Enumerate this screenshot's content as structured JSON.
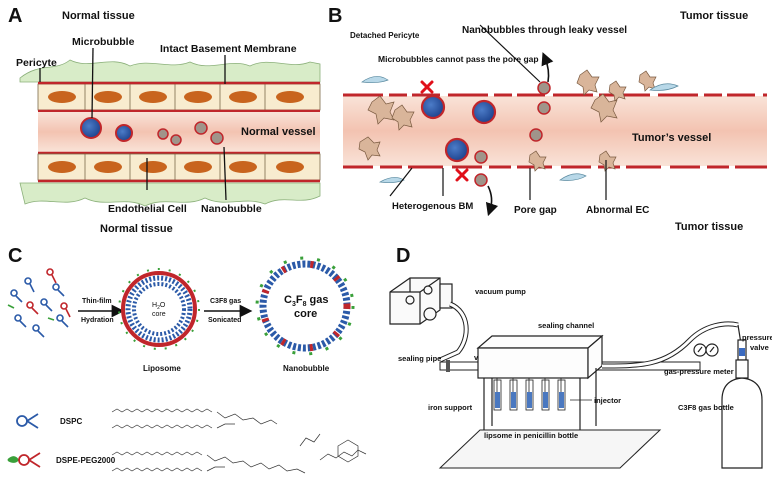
{
  "panels": {
    "a": {
      "letter": "A",
      "normal_tissue_top": "Normal tissue",
      "normal_tissue_bottom": "Normal tissue",
      "microbubble": "Microbubble",
      "pericyte": "Pericyte",
      "intact_bm": "Intact Basement Membrane",
      "normal_vessel": "Normal vessel",
      "endothelial_cell": "Endothelial Cell",
      "nanobubble": "Nanobubble"
    },
    "b": {
      "letter": "B",
      "tumor_tissue_top": "Tumor tissue",
      "tumor_tissue_bottom": "Tumor tissue",
      "detached_pericyte": "Detached Pericyte",
      "nanobubbles_leaky": "Nanobubbles through leaky vessel",
      "microbubbles_cannot": "Microbubbles cannot pass the pore gap",
      "tumor_vessel": "Tumor’s vessel",
      "heterogenous_bm": "Heterogenous BM",
      "pore_gap": "Pore gap",
      "abnormal_ec": "Abnormal  EC"
    },
    "c": {
      "letter": "C",
      "thin_film": "Thin-film",
      "hydration": "Hydration",
      "h2o_core_a": "H",
      "h2o_core_sub": "2",
      "h2o_core_b": "O",
      "h2o_core_line2": "core",
      "c3f8_gas": "C3F8 gas",
      "sonicated": "Sonicated",
      "gas_core_main": "C",
      "gas_core_sub1": "3",
      "gas_core_mid": "F",
      "gas_core_sub2": "8",
      "gas_core_tail": " gas",
      "gas_core_line2": "core",
      "liposome": "Liposome",
      "nanobubble": "Nanobubble",
      "dspc": "DSPC",
      "dspe_peg": "DSPE-PEG2000"
    },
    "d": {
      "letter": "D",
      "vacuum_pump": "vacuum pump",
      "sealing_channel": "sealing channel",
      "sealing_pipe": "sealing pipe",
      "valve_left": "valve",
      "pressure_valve_1": "pressure",
      "pressure_valve_2": "valve",
      "gas_pressure_meter": "gas-pressure meter",
      "injector": "injector",
      "iron_support": "iron support",
      "gas_bottle": "C3F8 gas bottle",
      "lipsome_bottle": "lipsome in penicillin bottle"
    }
  },
  "colors": {
    "vessel_wall": "#c0262b",
    "lumen": "#f6d2c4",
    "ec_fill": "#f8eccf",
    "nucleus": "#c8641e",
    "bubble_blue": "#2b5aa8",
    "nanobubble_fill": "#a0948a",
    "pericyte_green": "#d6e9c4"
  }
}
